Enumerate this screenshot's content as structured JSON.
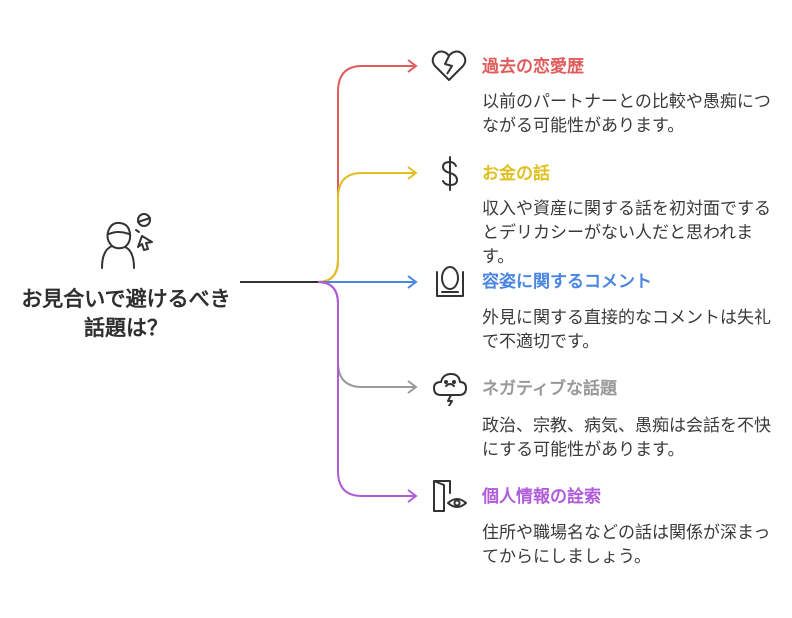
{
  "root": {
    "title": "お見合いで避けるべき話題は？",
    "icon": "person-thinking-icon"
  },
  "branches": [
    {
      "title": "過去の恋愛歴",
      "description": "以前のパートナーとの比較や愚痴につながる可能性があります。",
      "color": "#e05c5c",
      "icon": "broken-heart-icon"
    },
    {
      "title": "お金の話",
      "description": "収入や資産に関する話を初対面でするとデリカシーがない人だと思われます。",
      "color": "#e0c020",
      "icon": "dollar-icon"
    },
    {
      "title": "容姿に関するコメント",
      "description": "外見に関する直接的なコメントは失礼で不適切です。",
      "color": "#4a86e0",
      "icon": "mirror-icon"
    },
    {
      "title": "ネガティブな話題",
      "description": "政治、宗教、病気、愚痴は会話を不快にする可能性があります。",
      "color": "#999999",
      "icon": "storm-cloud-icon"
    },
    {
      "title": "個人情報の詮索",
      "description": "住所や職場名などの話は関係が深まってからにしましょう。",
      "color": "#b05cd8",
      "icon": "door-eye-icon"
    }
  ]
}
